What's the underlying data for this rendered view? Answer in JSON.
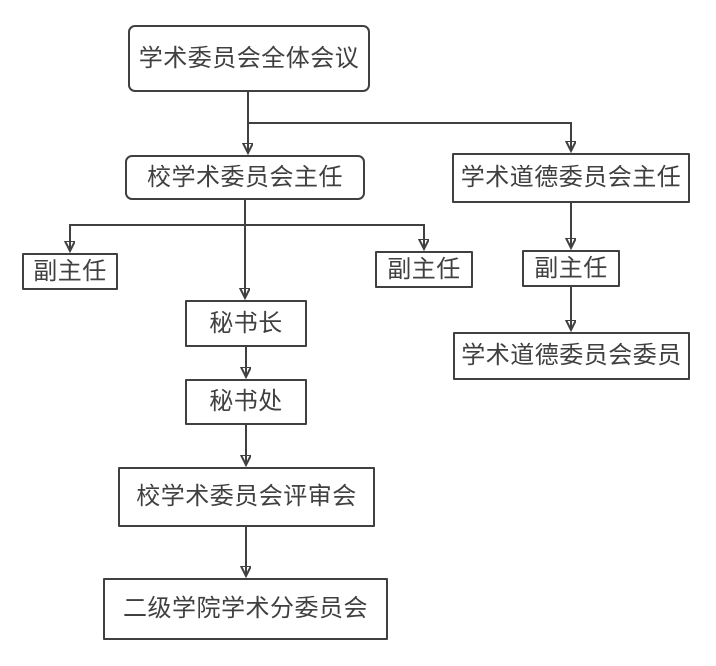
{
  "diagram": {
    "type": "org-flowchart",
    "background_color": "#ffffff",
    "line_color": "#404040",
    "text_color": "#404040",
    "nodes": [
      {
        "id": "plenary-meeting",
        "label": "学术委员会全体会议"
      },
      {
        "id": "school-chair",
        "label": "校学术委员会主任"
      },
      {
        "id": "ethics-chair",
        "label": "学术道德委员会主任"
      },
      {
        "id": "deputy-left",
        "label": "副主任"
      },
      {
        "id": "deputy-right",
        "label": "副主任"
      },
      {
        "id": "ethics-deputy",
        "label": "副主任"
      },
      {
        "id": "secretary-general",
        "label": "秘书长"
      },
      {
        "id": "secretariat",
        "label": "秘书处"
      },
      {
        "id": "review-board",
        "label": "校学术委员会评审会"
      },
      {
        "id": "college-subcommittee",
        "label": "二级学院学术分委员会"
      },
      {
        "id": "ethics-members",
        "label": "学术道德委员会委员"
      }
    ],
    "edges": [
      {
        "from": "plenary-meeting",
        "to": "school-chair"
      },
      {
        "from": "plenary-meeting",
        "to": "ethics-chair"
      },
      {
        "from": "school-chair",
        "to": "deputy-left"
      },
      {
        "from": "school-chair",
        "to": "deputy-right"
      },
      {
        "from": "school-chair",
        "to": "secretary-general"
      },
      {
        "from": "secretary-general",
        "to": "secretariat"
      },
      {
        "from": "secretariat",
        "to": "review-board"
      },
      {
        "from": "review-board",
        "to": "college-subcommittee"
      },
      {
        "from": "ethics-chair",
        "to": "ethics-deputy"
      },
      {
        "from": "ethics-deputy",
        "to": "ethics-members"
      }
    ]
  }
}
